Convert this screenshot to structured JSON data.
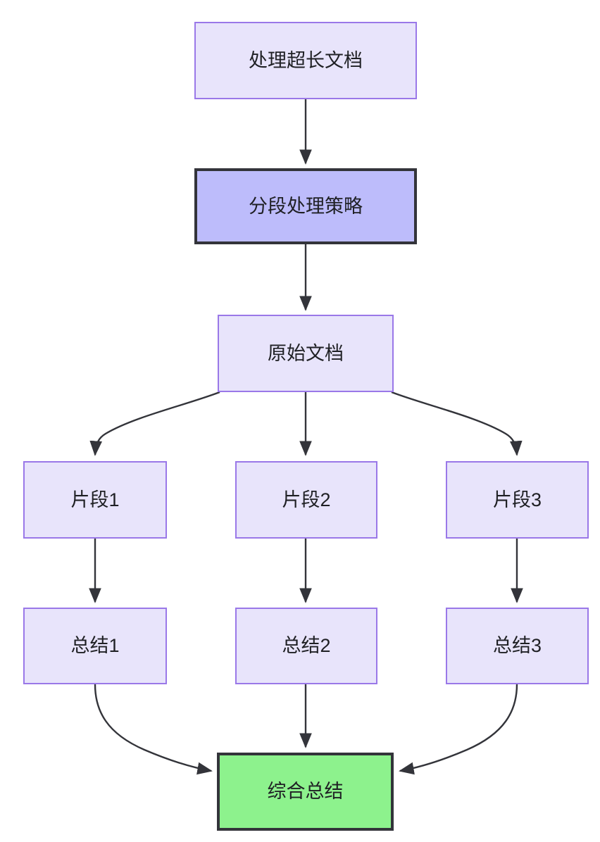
{
  "diagram": {
    "type": "flowchart",
    "direction": "top-down",
    "background_color": "#ffffff",
    "edge_color": "#33343a",
    "nodes": [
      {
        "id": "root",
        "label": "处理超长文档",
        "style": "plain",
        "fill": "#e8e4fb",
        "stroke": "#9a78e8"
      },
      {
        "id": "strategy",
        "label": "分段处理策略",
        "style": "highlight",
        "fill": "#bdbcfb",
        "stroke": "#33343a"
      },
      {
        "id": "source",
        "label": "原始文档",
        "style": "plain",
        "fill": "#e8e4fb",
        "stroke": "#9a78e8"
      },
      {
        "id": "frag1",
        "label": "片段1",
        "style": "plain",
        "fill": "#e8e4fb",
        "stroke": "#9a78e8"
      },
      {
        "id": "frag2",
        "label": "片段2",
        "style": "plain",
        "fill": "#e8e4fb",
        "stroke": "#9a78e8"
      },
      {
        "id": "frag3",
        "label": "片段3",
        "style": "plain",
        "fill": "#e8e4fb",
        "stroke": "#9a78e8"
      },
      {
        "id": "sum1",
        "label": "总结1",
        "style": "plain",
        "fill": "#e8e4fb",
        "stroke": "#9a78e8"
      },
      {
        "id": "sum2",
        "label": "总结2",
        "style": "plain",
        "fill": "#e8e4fb",
        "stroke": "#9a78e8"
      },
      {
        "id": "sum3",
        "label": "总结3",
        "style": "plain",
        "fill": "#e8e4fb",
        "stroke": "#9a78e8"
      },
      {
        "id": "final",
        "label": "综合总结",
        "style": "final",
        "fill": "#8df28d",
        "stroke": "#33343a"
      }
    ],
    "edges": [
      {
        "from": "root",
        "to": "strategy",
        "shape": "straight"
      },
      {
        "from": "strategy",
        "to": "source",
        "shape": "straight"
      },
      {
        "from": "source",
        "to": "frag1",
        "shape": "curve"
      },
      {
        "from": "source",
        "to": "frag2",
        "shape": "straight"
      },
      {
        "from": "source",
        "to": "frag3",
        "shape": "curve"
      },
      {
        "from": "frag1",
        "to": "sum1",
        "shape": "straight"
      },
      {
        "from": "frag2",
        "to": "sum2",
        "shape": "straight"
      },
      {
        "from": "frag3",
        "to": "sum3",
        "shape": "straight"
      },
      {
        "from": "sum1",
        "to": "final",
        "shape": "curve"
      },
      {
        "from": "sum2",
        "to": "final",
        "shape": "straight"
      },
      {
        "from": "sum3",
        "to": "final",
        "shape": "curve"
      }
    ]
  }
}
